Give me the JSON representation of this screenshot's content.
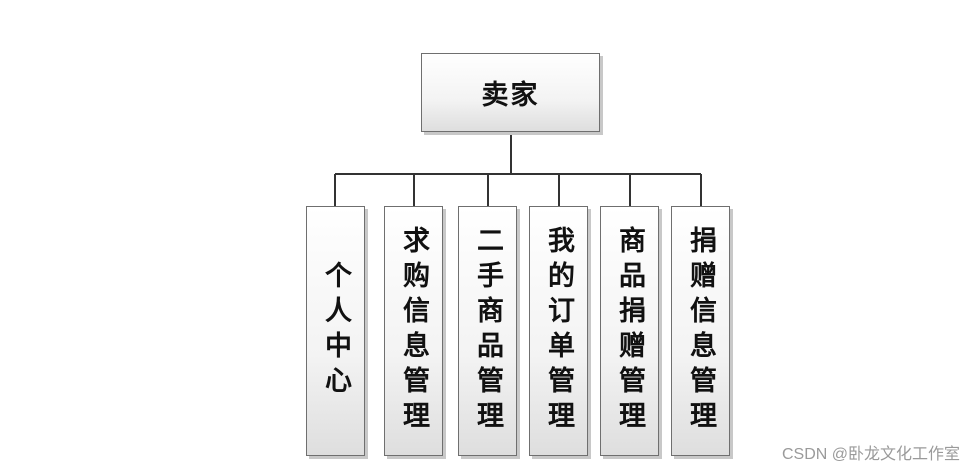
{
  "root": {
    "label": "卖家"
  },
  "children": [
    {
      "label": "个人中心"
    },
    {
      "label": "求购信息管理"
    },
    {
      "label": "二手商品管理"
    },
    {
      "label": "我的订单管理"
    },
    {
      "label": "商品捐赠管理"
    },
    {
      "label": "捐赠信息管理"
    }
  ],
  "watermark": "CSDN @卧龙文化工作室",
  "colors": {
    "line": "#333333",
    "border": "#6f6f6f"
  }
}
